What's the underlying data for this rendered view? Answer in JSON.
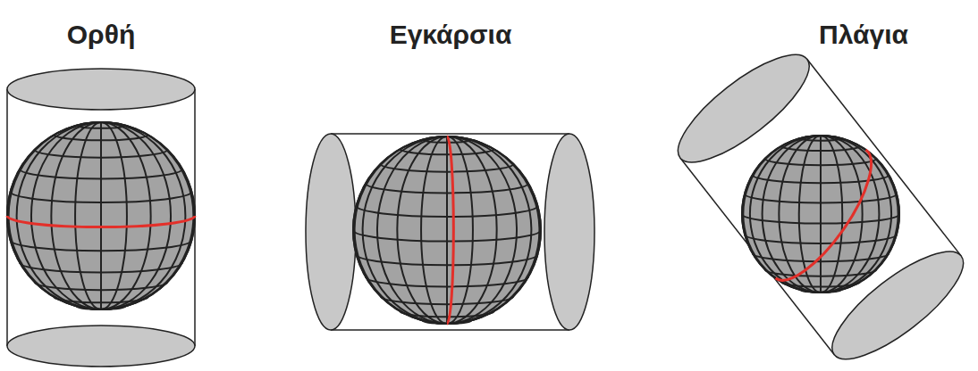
{
  "diagram": {
    "labels": [
      "Ορθή",
      "Εγκάρσια",
      "Πλάγια"
    ]
  }
}
